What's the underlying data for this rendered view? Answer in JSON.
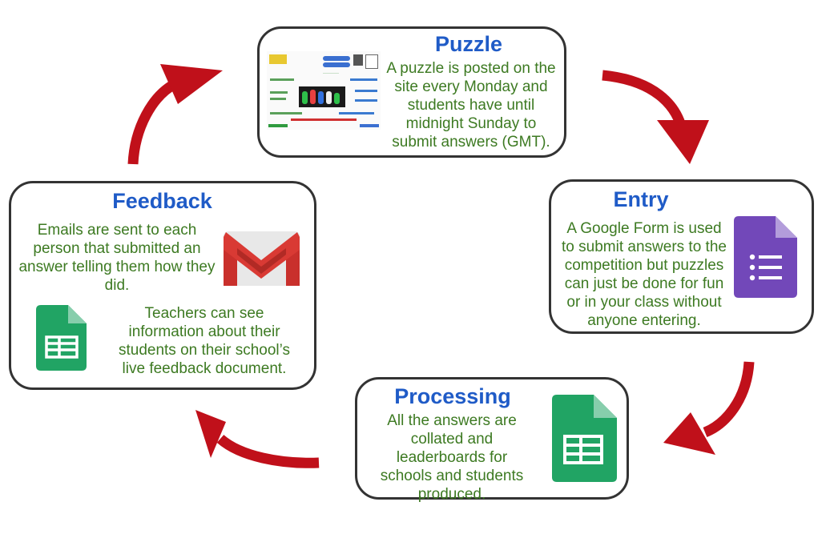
{
  "colors": {
    "title": "#1f5bc7",
    "body_text": "#3d7a22",
    "arrow": "#c0101a",
    "border": "#333333"
  },
  "puzzle": {
    "title": "Puzzle",
    "lines": [
      "A puzzle is posted on the",
      "site every Monday and",
      "students have until",
      "midnight Sunday to",
      "submit answers (GMT)."
    ],
    "thumbnail_icon": "puzzle-sheet-thumbnail"
  },
  "entry": {
    "title": "Entry",
    "lines": [
      "A Google Form is used",
      "to submit answers to the",
      "competition but puzzles",
      "can just be done for fun",
      "or in your class without",
      "anyone entering."
    ],
    "icon": "google-forms-icon"
  },
  "processing": {
    "title": "Processing",
    "lines": [
      "All the answers are",
      "collated and",
      "leaderboards for",
      "schools and students",
      "produced."
    ],
    "icon": "google-sheets-icon"
  },
  "feedback": {
    "title": "Feedback",
    "email_lines": [
      "Emails are sent to each",
      "person that submitted an",
      "answer telling them how they",
      "did."
    ],
    "teacher_lines": [
      "Teachers can see",
      "information about their",
      "students on their school’s",
      "live feedback document."
    ],
    "icons": [
      "gmail-icon",
      "google-sheets-icon"
    ]
  }
}
